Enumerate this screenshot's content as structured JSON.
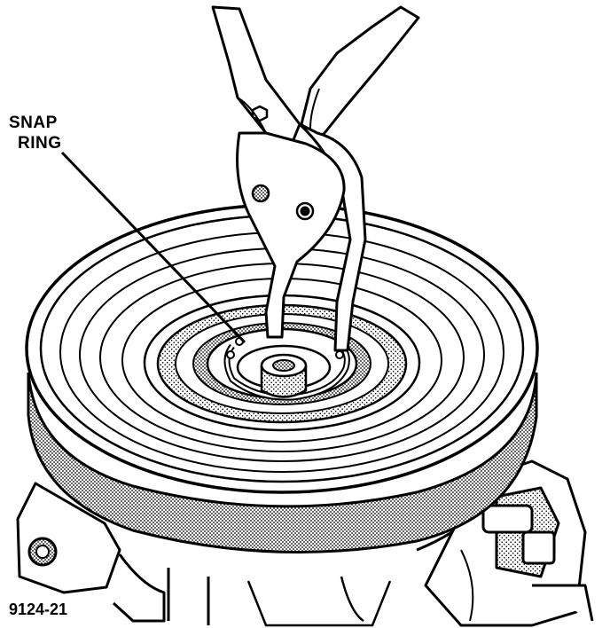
{
  "diagram": {
    "callouts": {
      "line1": "SNAP",
      "line2": "RING"
    },
    "figure_number": "9124-21",
    "colors": {
      "ink": "#000000",
      "paper": "#ffffff",
      "shade": "#a8a8a8"
    }
  }
}
